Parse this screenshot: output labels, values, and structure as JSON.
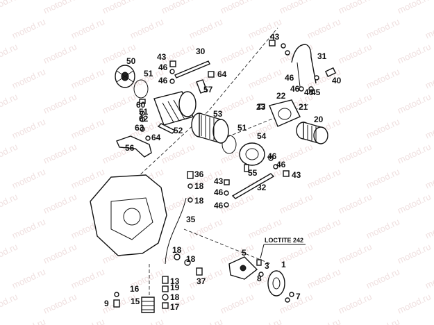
{
  "watermark": "motod.ru",
  "note": "LOCTITE 242",
  "callouts": [
    {
      "id": "c1",
      "text": "1"
    },
    {
      "id": "c3",
      "text": "3"
    },
    {
      "id": "c5",
      "text": "5"
    },
    {
      "id": "c7",
      "text": "7"
    },
    {
      "id": "c8",
      "text": "8"
    },
    {
      "id": "c9",
      "text": "9"
    },
    {
      "id": "c13",
      "text": "13"
    },
    {
      "id": "c15",
      "text": "15"
    },
    {
      "id": "c16",
      "text": "16"
    },
    {
      "id": "c17",
      "text": "17"
    },
    {
      "id": "c18a",
      "text": "18"
    },
    {
      "id": "c18b",
      "text": "18"
    },
    {
      "id": "c18c",
      "text": "18"
    },
    {
      "id": "c18d",
      "text": "18"
    },
    {
      "id": "c18e",
      "text": "18"
    },
    {
      "id": "c19",
      "text": "19"
    },
    {
      "id": "c20",
      "text": "20"
    },
    {
      "id": "c21",
      "text": "21"
    },
    {
      "id": "c22",
      "text": "22"
    },
    {
      "id": "c23",
      "text": "23"
    },
    {
      "id": "c30",
      "text": "30"
    },
    {
      "id": "c31",
      "text": "31"
    },
    {
      "id": "c32",
      "text": "32"
    },
    {
      "id": "c35",
      "text": "35"
    },
    {
      "id": "c36",
      "text": "36"
    },
    {
      "id": "c37",
      "text": "37"
    },
    {
      "id": "c40",
      "text": "40"
    },
    {
      "id": "c43a",
      "text": "43"
    },
    {
      "id": "c43b",
      "text": "43"
    },
    {
      "id": "c43c",
      "text": "43"
    },
    {
      "id": "c43d",
      "text": "43"
    },
    {
      "id": "c45",
      "text": "45"
    },
    {
      "id": "c46a",
      "text": "46"
    },
    {
      "id": "c46b",
      "text": "46"
    },
    {
      "id": "c46c",
      "text": "46"
    },
    {
      "id": "c46d",
      "text": "46"
    },
    {
      "id": "c46e",
      "text": "46"
    },
    {
      "id": "c46f",
      "text": "46"
    },
    {
      "id": "c46g",
      "text": "46"
    },
    {
      "id": "c46h",
      "text": "46"
    },
    {
      "id": "c46i",
      "text": "46"
    },
    {
      "id": "c50",
      "text": "50"
    },
    {
      "id": "c51a",
      "text": "51"
    },
    {
      "id": "c51b",
      "text": "51"
    },
    {
      "id": "c51c",
      "text": "51"
    },
    {
      "id": "c52",
      "text": "52"
    },
    {
      "id": "c53",
      "text": "53"
    },
    {
      "id": "c54",
      "text": "54"
    },
    {
      "id": "c55",
      "text": "55"
    },
    {
      "id": "c56",
      "text": "56"
    },
    {
      "id": "c57",
      "text": "57"
    },
    {
      "id": "c60",
      "text": "60"
    },
    {
      "id": "c62",
      "text": "62"
    },
    {
      "id": "c63",
      "text": "63"
    },
    {
      "id": "c64a",
      "text": "64"
    },
    {
      "id": "c64b",
      "text": "64"
    }
  ]
}
